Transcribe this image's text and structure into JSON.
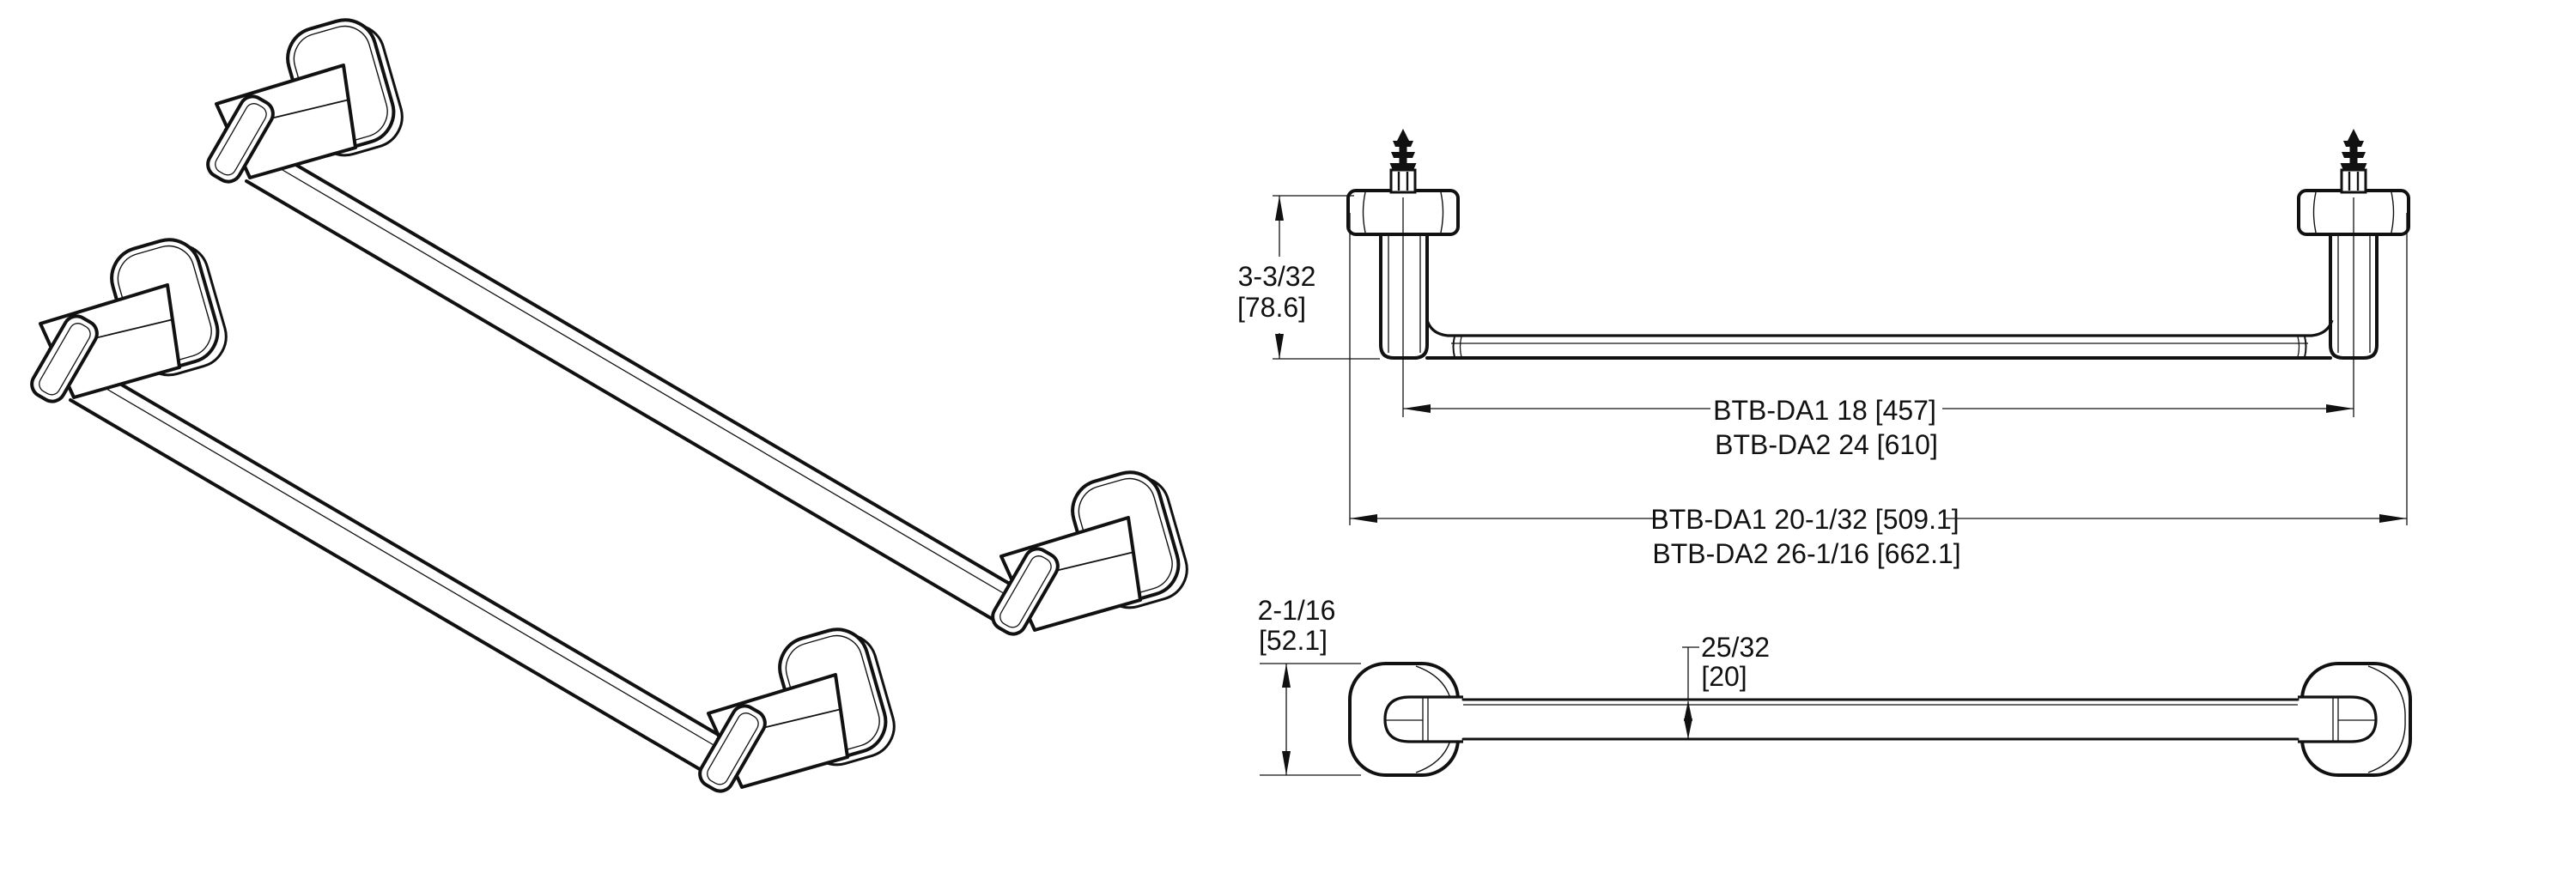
{
  "product": {
    "models": [
      "BTB-DA1",
      "BTB-DA2"
    ],
    "line_color": "#111111",
    "background_color": "#ffffff"
  },
  "dimensions": {
    "post_height": {
      "inches": "3-3/32",
      "millimeters": "[78.6]"
    },
    "bar_center_to_center": {
      "line1": "BTB-DA1 18 [457]",
      "line2": "BTB-DA2  24 [610]"
    },
    "overall_length": {
      "line1": "BTB-DA1  20-1/32 [509.1]",
      "line2": "BTB-DA2 26-1/16 [662.1]"
    },
    "projection": {
      "inches": "2-1/16",
      "millimeters": "[52.1]"
    },
    "bar_width": {
      "inches": "25/32",
      "millimeters": "[20]"
    }
  }
}
